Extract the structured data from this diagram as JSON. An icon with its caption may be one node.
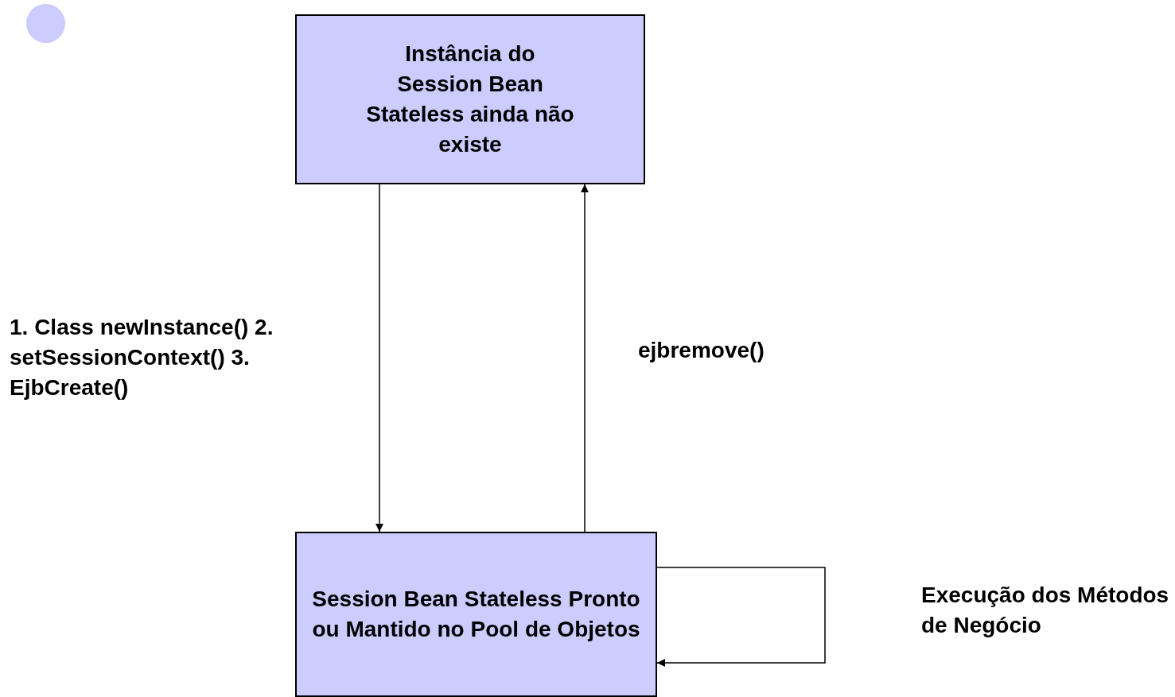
{
  "diagram": {
    "nodes": [
      {
        "text": [
          "Instância do Session Bean Stateless ainda não existe"
        ]
      },
      {
        "text": [
          "Session Bean Stateless Pronto ou Mantido no Pool de Objetos"
        ]
      }
    ],
    "edges": [
      {
        "from": 0,
        "to": 1,
        "arrow": "to",
        "label": "1. Class newInstance() 2. setSessionContext() 3. EjbCreate()"
      },
      {
        "from": 1,
        "to": 0,
        "arrow": "to",
        "label": "ejbremove()"
      },
      {
        "from": 1,
        "to": 1,
        "arrow": "to",
        "label": "Execução dos Métodos de Negócio"
      }
    ]
  }
}
